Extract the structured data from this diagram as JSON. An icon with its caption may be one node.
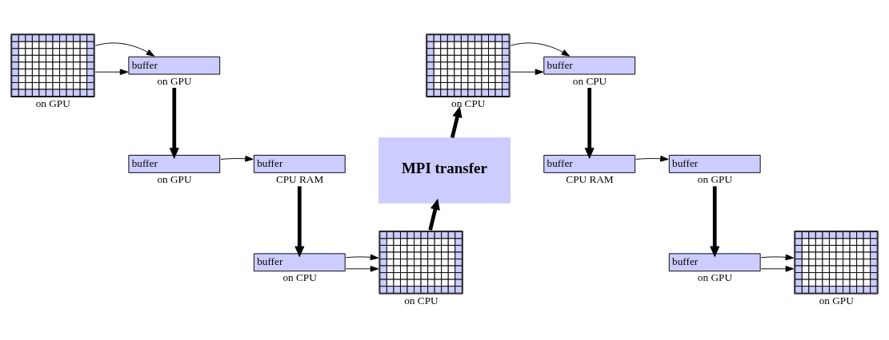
{
  "diagram": {
    "nodes": [
      {
        "text": [],
        "shape": "grid",
        "beside": [
          "on GPU"
        ]
      },
      {
        "text": [
          "buffer"
        ],
        "beside": [
          "on GPU"
        ]
      },
      {
        "text": [
          "buffer"
        ],
        "beside": [
          "on GPU"
        ]
      },
      {
        "text": [
          "buffer"
        ],
        "beside": [
          "CPU RAM"
        ]
      },
      {
        "text": [
          "buffer"
        ],
        "beside": [
          "on CPU"
        ]
      },
      {
        "text": [],
        "shape": "grid",
        "beside": [
          "on CPU"
        ]
      },
      {
        "text": [
          "MPI transfer"
        ]
      },
      {
        "text": [],
        "shape": "grid",
        "beside": [
          "on CPU"
        ]
      },
      {
        "text": [
          "buffer"
        ],
        "beside": [
          "on CPU"
        ]
      },
      {
        "text": [
          "buffer"
        ],
        "beside": [
          "CPU RAM"
        ]
      },
      {
        "text": [
          "buffer"
        ],
        "beside": [
          "on GPU"
        ]
      },
      {
        "text": [
          "buffer"
        ],
        "beside": [
          "on GPU"
        ]
      },
      {
        "text": [],
        "shape": "grid",
        "beside": [
          "on GPU"
        ]
      }
    ],
    "edges": [
      {
        "from": 0,
        "to": 1,
        "arrow": "to"
      },
      {
        "from": 0,
        "to": 1,
        "arrow": "to"
      },
      {
        "from": 1,
        "to": 2,
        "arrow": "to",
        "style": "thick"
      },
      {
        "from": 2,
        "to": 3,
        "arrow": "to"
      },
      {
        "from": 3,
        "to": 4,
        "arrow": "to",
        "style": "thick"
      },
      {
        "from": 4,
        "to": 5,
        "arrow": "to"
      },
      {
        "from": 4,
        "to": 5,
        "arrow": "to"
      },
      {
        "from": 5,
        "to": 6,
        "arrow": "to",
        "style": "thick"
      },
      {
        "from": 6,
        "to": 7,
        "arrow": "to",
        "style": "thick"
      },
      {
        "from": 7,
        "to": 8,
        "arrow": "to"
      },
      {
        "from": 7,
        "to": 8,
        "arrow": "to"
      },
      {
        "from": 8,
        "to": 9,
        "arrow": "to",
        "style": "thick"
      },
      {
        "from": 9,
        "to": 10,
        "arrow": "to"
      },
      {
        "from": 10,
        "to": 11,
        "arrow": "to",
        "style": "thick"
      },
      {
        "from": 11,
        "to": 12,
        "arrow": "to"
      },
      {
        "from": 11,
        "to": 12,
        "arrow": "to"
      }
    ]
  }
}
